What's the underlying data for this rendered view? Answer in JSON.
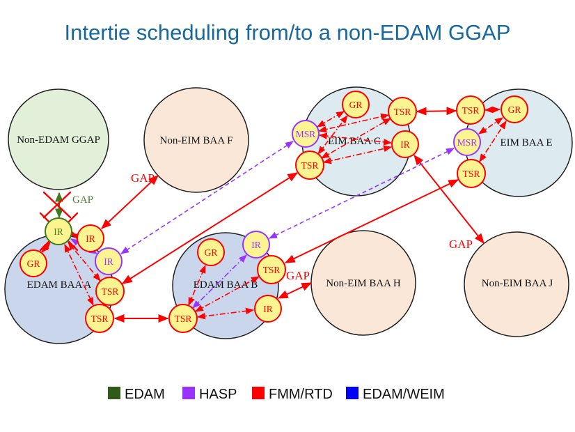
{
  "title": "Intertie scheduling from/to a non-EDAM GGAP",
  "regions": {
    "ggap": "Non-EDAM GGAP",
    "baa_f": "Non-EIM BAA F",
    "baa_c": "EIM BAA C",
    "baa_e": "EIM BAA E",
    "baa_a": "EDAM BAA A",
    "baa_b": "EDAM BAA B",
    "baa_h": "Non-EIM BAA H",
    "baa_j": "Non-EIM BAA J"
  },
  "node_labels": {
    "gr": "GR",
    "tsr": "TSR",
    "msr": "MSR",
    "ir": "IR"
  },
  "gap_label": "GAP",
  "legend": {
    "items": [
      {
        "label": "EDAM",
        "color": "#2E5B17"
      },
      {
        "label": "HASP",
        "color": "#9933FF"
      },
      {
        "label": "FMM/RTD",
        "color": "#FF0000"
      },
      {
        "label": "EDAM/WEIM",
        "color": "#0000FF"
      }
    ]
  },
  "colors": {
    "title": "#1768A0",
    "fmm_rtd_arrow": "#FF0000",
    "hasp_arrow": "#9933FF",
    "edam_arrow": "#3E7A1E",
    "node_fill": "#FCF491",
    "ggap_fill": "#E2EFD9",
    "non_eim_fill": "#FBE7D7",
    "eim_fill": "#DDEAF0",
    "edam_fill": "#C9D6EC"
  }
}
